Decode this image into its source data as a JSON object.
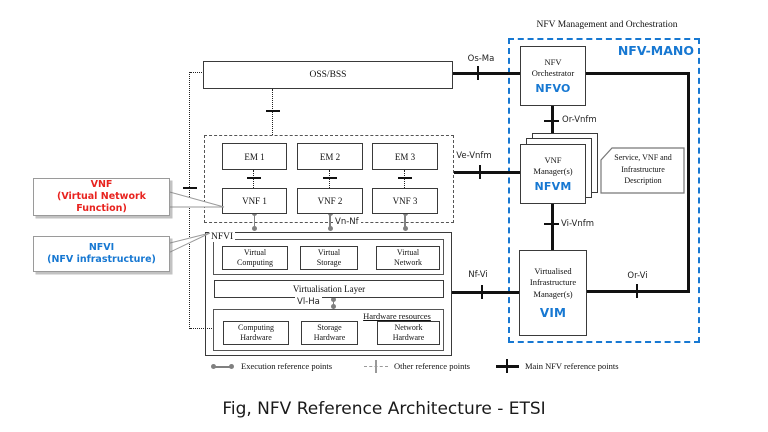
{
  "caption": "Fig, NFV Reference Architecture - ETSI",
  "colors": {
    "accent_blue": "#1778d2",
    "accent_red": "#e8231f",
    "line_black": "#111111",
    "exec_gray": "#808080"
  },
  "oss": {
    "label": "OSS/BSS"
  },
  "mano": {
    "header": "NFV Management and Orchestration",
    "badge": "NFV-MANO",
    "nfvo": {
      "l1": "NFV",
      "l2": "Orchestrator",
      "tag": "NFVO"
    },
    "vnfm": {
      "l1": "VNF",
      "l2": "Manager(s)",
      "tag": "NFVM"
    },
    "vim": {
      "l1": "Virtualised",
      "l2": "Infrastructure",
      "l3": "Manager(s)",
      "tag": "VIM"
    },
    "service": {
      "l1": "Service, VNF and",
      "l2": "Infrastructure",
      "l3": "Description"
    }
  },
  "ems": [
    "EM 1",
    "EM 2",
    "EM 3"
  ],
  "vnfs": [
    "VNF 1",
    "VNF 2",
    "VNF 3"
  ],
  "nfvi": {
    "label": "NFVI",
    "virtual": [
      {
        "l1": "Virtual",
        "l2": "Computing"
      },
      {
        "l1": "Virtual",
        "l2": "Storage"
      },
      {
        "l1": "Virtual",
        "l2": "Network"
      }
    ],
    "vlayer": "Virtualisation Layer",
    "hw_title": "Hardware resources",
    "hardware": [
      {
        "l1": "Computing",
        "l2": "Hardware"
      },
      {
        "l1": "Storage",
        "l2": "Hardware"
      },
      {
        "l1": "Network",
        "l2": "Hardware"
      }
    ]
  },
  "refpoints": {
    "os_ma": "Os-Ma",
    "or_vnfm": "Or-Vnfm",
    "ve_vnfm": "Ve-Vnfm",
    "vn_nf": "Vn-Nf",
    "vi_vnfm": "Vi-Vnfm",
    "nf_vi": "Nf-Vi",
    "or_vi": "Or-Vi",
    "vl_ha": "Vl-Ha"
  },
  "callouts": {
    "vnf": {
      "l1": "VNF",
      "l2": "(Virtual Network",
      "l3": "Function)"
    },
    "nfvi": {
      "l1": "NFVI",
      "l2": "(NFV infrastructure)"
    }
  },
  "legend": {
    "execution": "Execution reference points",
    "other": "Other reference points",
    "main": "Main NFV reference points"
  }
}
